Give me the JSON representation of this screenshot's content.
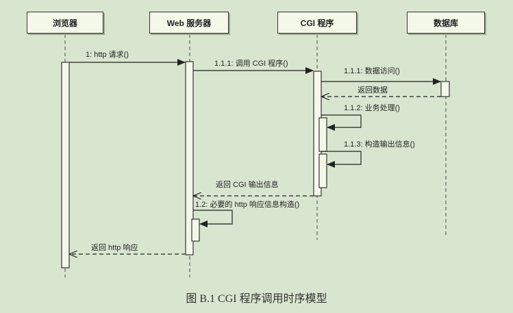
{
  "participants": [
    "浏览器",
    "Web 服务器",
    "CGI 程序",
    "数据库"
  ],
  "messages": [
    {
      "id": "m1",
      "label": "1: http 请求()"
    },
    {
      "id": "m2",
      "label": "1.1.1: 调用 CGI 程序()"
    },
    {
      "id": "m3",
      "label": "1.1.1: 数据访问()"
    },
    {
      "id": "m4",
      "label": "返回数据"
    },
    {
      "id": "m5",
      "label": "1.1.2: 业务处理()"
    },
    {
      "id": "m6",
      "label": "1.1.3: 构造输出信息()"
    },
    {
      "id": "m7",
      "label": "返回 CGI 输出信息"
    },
    {
      "id": "m8",
      "label": "1.2: 必要的 http 响应信息构造()"
    },
    {
      "id": "m9",
      "label": "返回 http 响应"
    }
  ],
  "caption": "图 B.1    CGI 程序调用时序模型",
  "colors": {
    "background": "#d9e6cf",
    "box": "#f3f8e8",
    "line": "#333333"
  }
}
